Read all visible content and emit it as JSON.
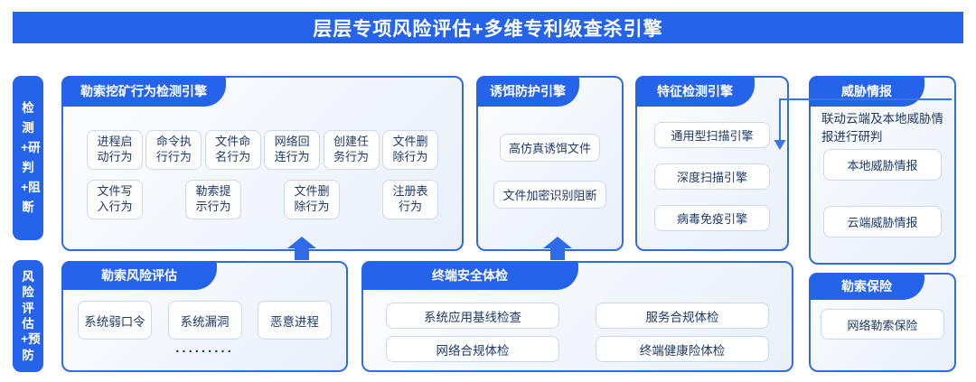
{
  "banner": {
    "title": "层层专项风险评估+多维专利级查杀引擎"
  },
  "sidebar": {
    "detect_label": "检测+研判+阻断",
    "risk_label": "风险评估+预防"
  },
  "colors": {
    "primary_blue": "#2563EB",
    "panel_border_blue": "#2F6CE5",
    "chip_border": "#C9D8F3",
    "text_navy": "#1F3A68",
    "connector_blue": "#3B74E8"
  },
  "panels": {
    "mining": {
      "title": "勒索挖矿行为检测引擎",
      "chips": [
        "进程启动行为",
        "命令执行行为",
        "文件命名行为",
        "网络回连行为",
        "创建任务行为",
        "文件删除行为",
        "文件写入行为",
        "勒索提示行为",
        "文件删除行为",
        "注册表行为"
      ]
    },
    "decoy": {
      "title": "诱饵防护引擎",
      "chips": [
        "高仿真诱饵文件",
        "文件加密识别阻断"
      ]
    },
    "signature": {
      "title": "特征检测引擎",
      "chips": [
        "通用型扫描引擎",
        "深度扫描引擎",
        "病毒免疫引擎"
      ]
    },
    "intel": {
      "title": "威胁情报",
      "desc": "联动云端及本地威胁情报进行研判",
      "chips": [
        "本地威胁情报",
        "云端威胁情报"
      ]
    },
    "assess": {
      "title": "勒索风险评估",
      "chips": [
        "系统弱口令",
        "系统漏洞",
        "恶意进程"
      ],
      "ellipsis": "........."
    },
    "check": {
      "title": "终端安全体检",
      "chips": [
        "系统应用基线检查",
        "服务合规体检",
        "网络合规体检",
        "终端健康险体检"
      ]
    },
    "insurance": {
      "title": "勒索保险",
      "chips": [
        "网络勒索保险"
      ]
    }
  }
}
